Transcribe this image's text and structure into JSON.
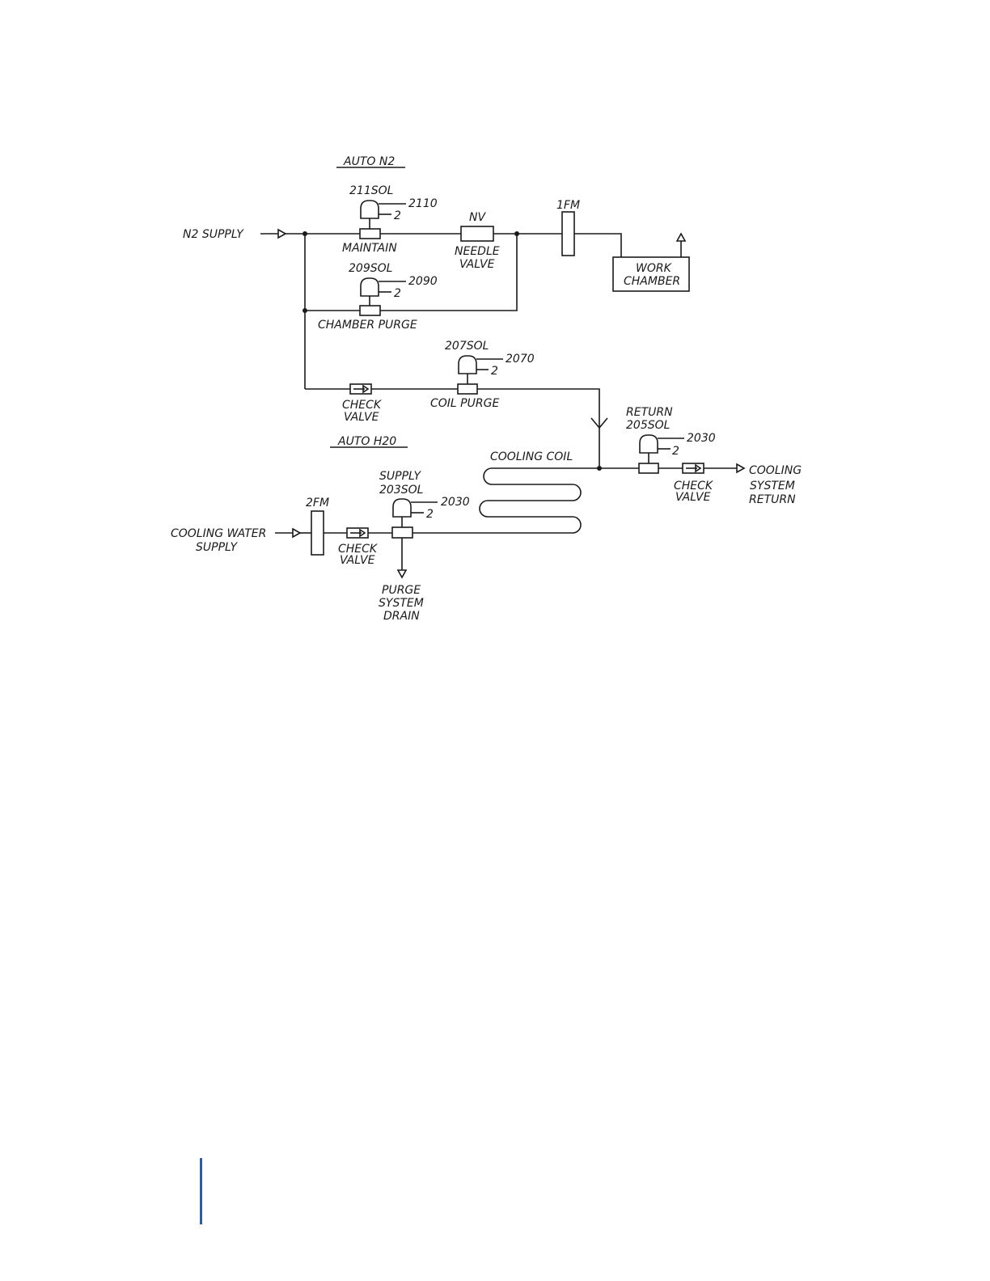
{
  "sections": {
    "auto_n2": "AUTO N2",
    "auto_h2o": "AUTO H20"
  },
  "labels": {
    "n2_supply": "N2 SUPPLY",
    "sol211": "211SOL",
    "wire2110": "2110",
    "two_a": "2",
    "maintain": "MAINTAIN",
    "nv": "NV",
    "needle": "NEEDLE",
    "valve_nv": "VALVE",
    "fm1": "1FM",
    "work": "WORK",
    "chamber": "CHAMBER",
    "sol209": "209SOL",
    "wire2090": "2090",
    "two_b": "2",
    "chamber_purge": "CHAMBER PURGE",
    "sol207": "207SOL",
    "wire2070": "2070",
    "two_c": "2",
    "check_1": "CHECK",
    "valve_1": "VALVE",
    "coil_purge": "COIL PURGE",
    "return": "RETURN",
    "sol205": "205SOL",
    "wire2030a": "2030",
    "two_d": "2",
    "cooling_coil": "COOLING COIL",
    "check_2": "CHECK",
    "valve_2": "VALVE",
    "cooling_ret": "COOLING",
    "system_ret": "SYSTEM",
    "return_ret": "RETURN",
    "supply": "SUPPLY",
    "sol203": "203SOL",
    "wire2030b": "2030",
    "two_e": "2",
    "fm2": "2FM",
    "cooling_water": "COOLING WATER",
    "supply_cw": "SUPPLY",
    "check_3": "CHECK",
    "valve_3": "VALVE",
    "purge": "PURGE",
    "system_drain": "SYSTEM",
    "drain": "DRAIN"
  },
  "colors": {
    "line": "#1a1a1a",
    "accent": "#1f5fbf"
  }
}
